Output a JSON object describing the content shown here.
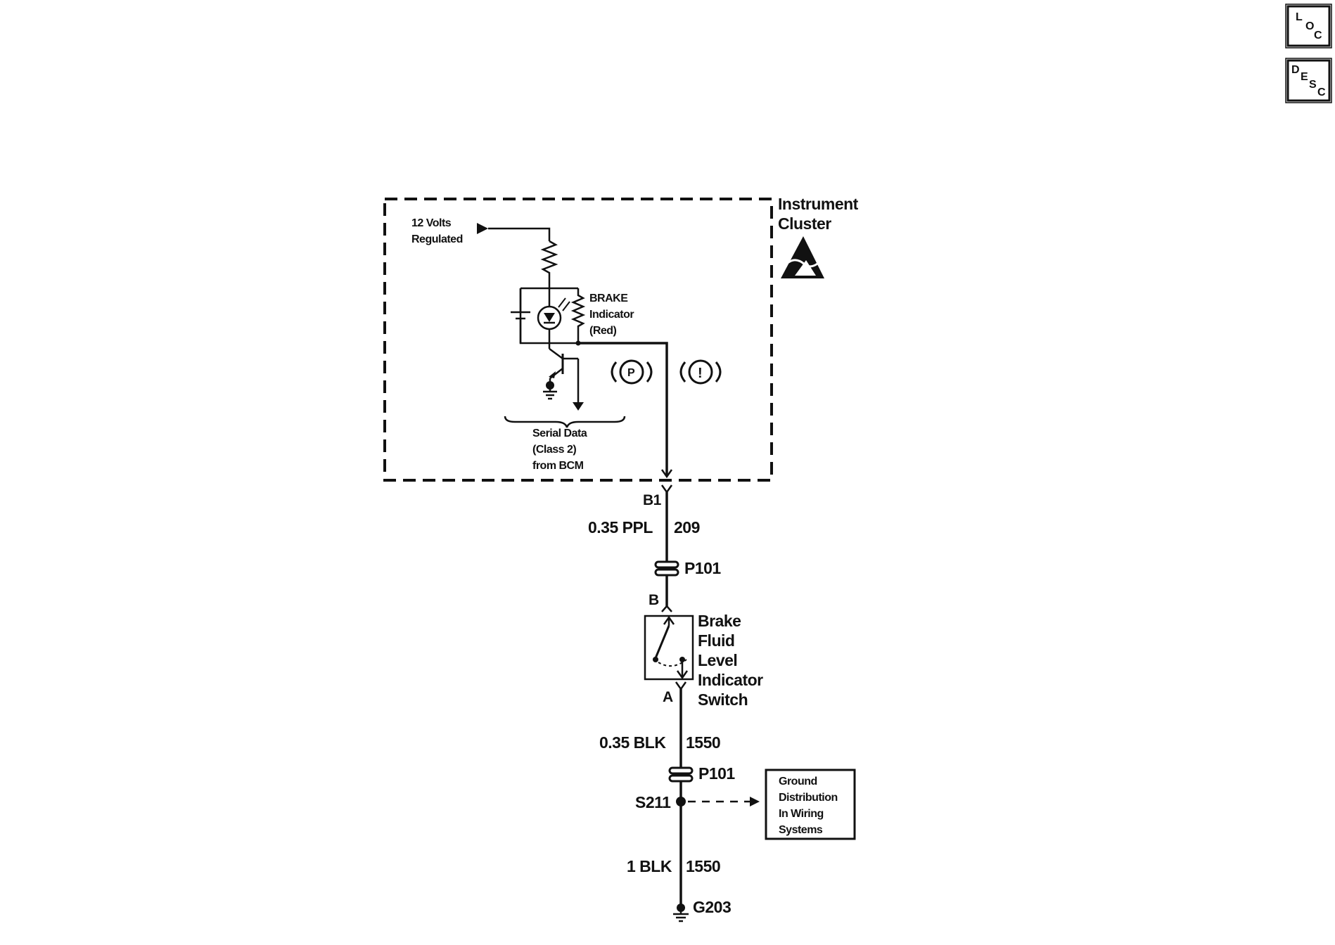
{
  "corner_icons": {
    "loc": {
      "l1": "L",
      "l2": "O",
      "l3": "C"
    },
    "desc": {
      "l1": "D",
      "l2": "E",
      "l3": "S",
      "l4": "C"
    }
  },
  "cluster": {
    "title_line1": "Instrument",
    "title_line2": "Cluster",
    "supply_line1": "12 Volts",
    "supply_line2": "Regulated",
    "indicator_line1": "BRAKE",
    "indicator_line2": "Indicator",
    "indicator_line3": "(Red)",
    "serial_line1": "Serial Data",
    "serial_line2": "(Class 2)",
    "serial_line3": "from BCM",
    "park_symbol": "P",
    "warn_symbol": "!"
  },
  "circuit": {
    "pin_b1": "B1",
    "wire1_gauge": "0.35 PPL",
    "wire1_circuit": "209",
    "connector1": "P101",
    "pin_b": "B",
    "switch_line1": "Brake",
    "switch_line2": "Fluid",
    "switch_line3": "Level",
    "switch_line4": "Indicator",
    "switch_line5": "Switch",
    "pin_a": "A",
    "wire2_gauge": "0.35 BLK",
    "wire2_circuit": "1550",
    "connector2": "P101",
    "splice": "S211",
    "ground_ref_line1": "Ground",
    "ground_ref_line2": "Distribution",
    "ground_ref_line3": "In Wiring",
    "ground_ref_line4": "Systems",
    "wire3_gauge": "1 BLK",
    "wire3_circuit": "1550",
    "ground": "G203"
  }
}
